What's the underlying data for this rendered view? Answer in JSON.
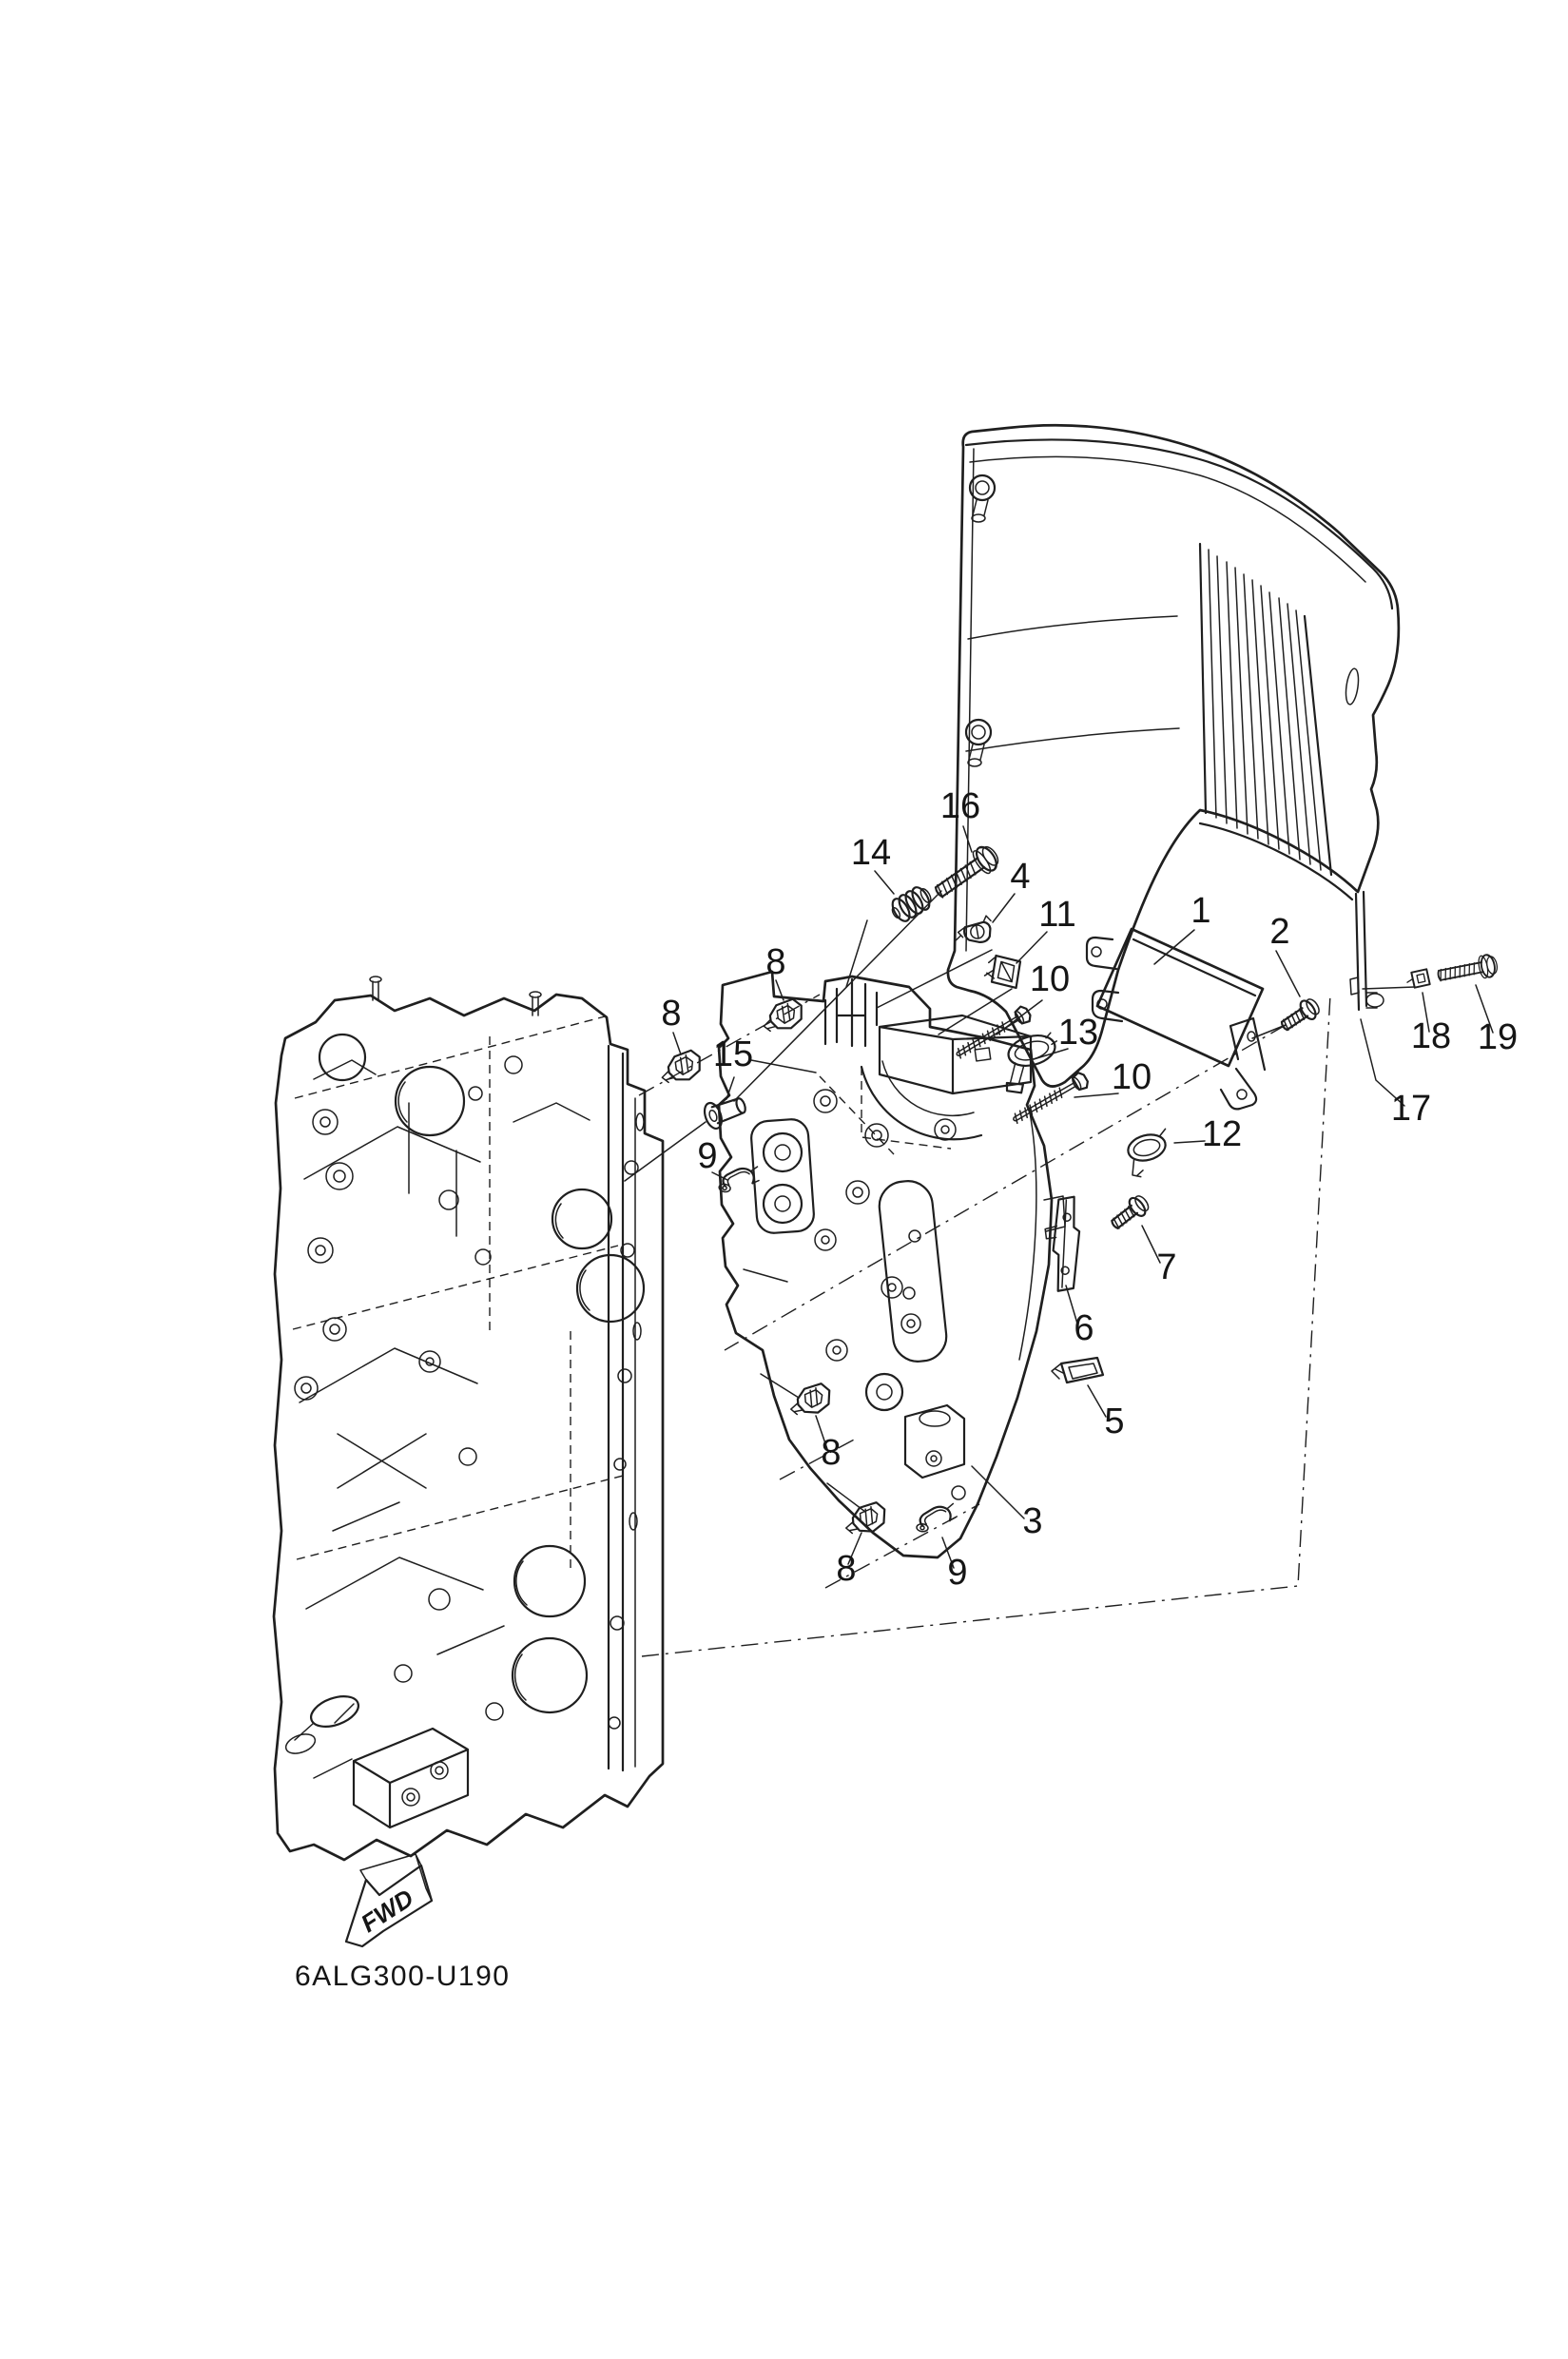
{
  "page": {
    "background": "#ffffff",
    "line_color": "#1f1f1f"
  },
  "diagram": {
    "code": "6ALG300-U190",
    "fwd_label": "FWD",
    "callouts": [
      {
        "label": "1"
      },
      {
        "label": "2"
      },
      {
        "label": "3"
      },
      {
        "label": "4"
      },
      {
        "label": "5"
      },
      {
        "label": "6"
      },
      {
        "label": "7"
      },
      {
        "label": "8"
      },
      {
        "label": "8"
      },
      {
        "label": "8"
      },
      {
        "label": "8"
      },
      {
        "label": "9"
      },
      {
        "label": "9"
      },
      {
        "label": "10"
      },
      {
        "label": "10"
      },
      {
        "label": "11"
      },
      {
        "label": "12"
      },
      {
        "label": "13"
      },
      {
        "label": "14"
      },
      {
        "label": "15"
      },
      {
        "label": "16"
      },
      {
        "label": "17"
      },
      {
        "label": "18"
      },
      {
        "label": "19"
      }
    ]
  }
}
